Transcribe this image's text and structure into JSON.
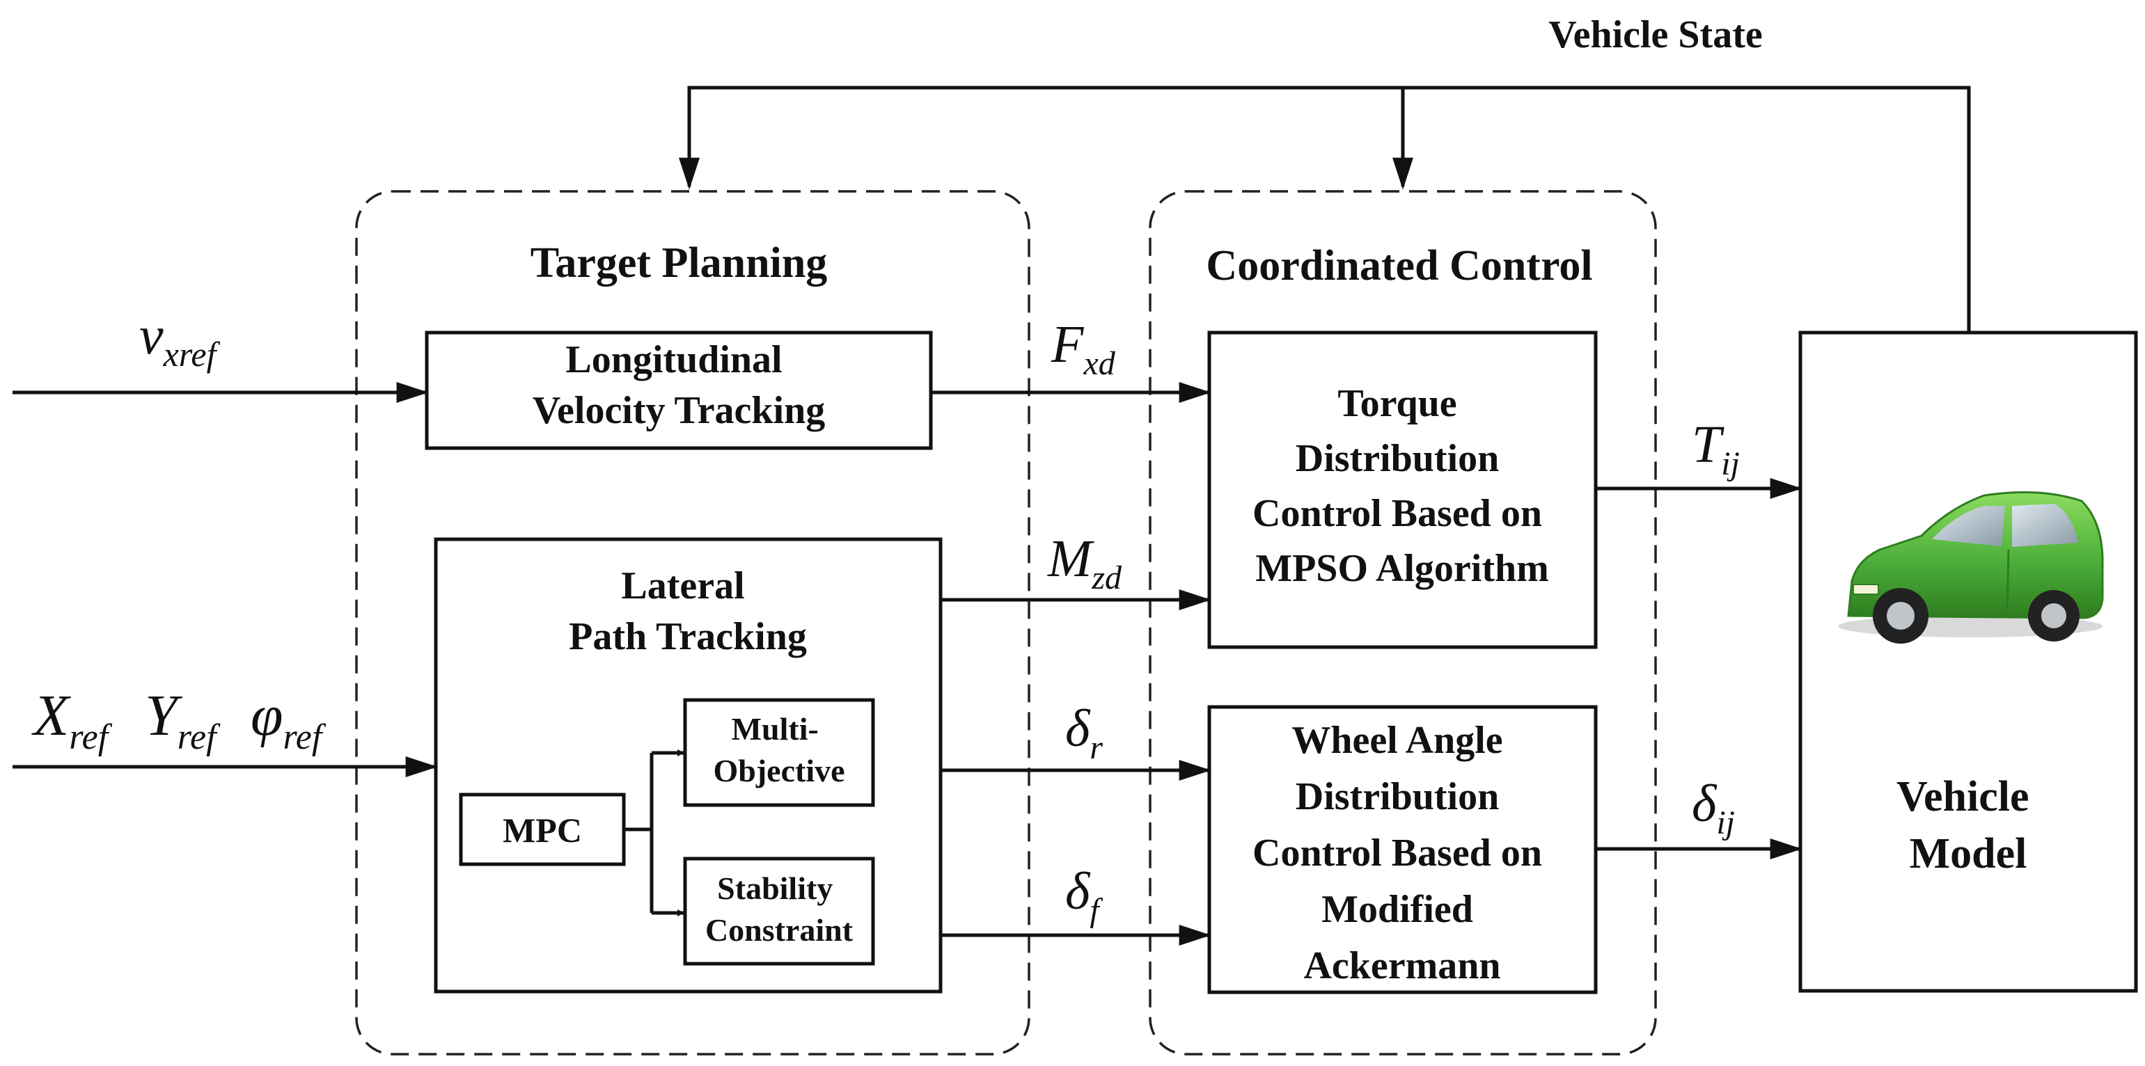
{
  "feedback": {
    "label": "Vehicle State"
  },
  "groups": {
    "target_planning": {
      "title": "Target Planning"
    },
    "coordinated_control": {
      "title": "Coordinated Control"
    }
  },
  "blocks": {
    "longitudinal": {
      "lines": [
        "Longitudinal",
        "Velocity Tracking"
      ]
    },
    "lateral": {
      "lines": [
        "Lateral",
        "Path Tracking"
      ]
    },
    "mpc": {
      "lines": [
        "MPC"
      ]
    },
    "multi_objective": {
      "lines": [
        "Multi-",
        "Objective"
      ]
    },
    "stability": {
      "lines": [
        "Stability",
        "Constraint"
      ]
    },
    "torque": {
      "lines": [
        "Torque",
        "Distribution",
        "Control Based on",
        "MPSO Algorithm"
      ]
    },
    "wheel_angle": {
      "lines": [
        "Wheel Angle",
        "Distribution",
        "Control Based on",
        "Modified",
        "Ackermann"
      ]
    },
    "vehicle_model": {
      "lines": [
        "Vehicle",
        "Model"
      ]
    }
  },
  "signals": {
    "v_xref": {
      "main": "v",
      "sub": "xref"
    },
    "x_ref": {
      "main": "X",
      "sub": "ref"
    },
    "y_ref": {
      "main": "Y",
      "sub": "ref"
    },
    "phi_ref": {
      "main": "φ",
      "sub": "ref"
    },
    "f_xd": {
      "main": "F",
      "sub": "xd"
    },
    "m_zd": {
      "main": "M",
      "sub": "zd"
    },
    "delta_r": {
      "main": "δ",
      "sub": "r"
    },
    "delta_f": {
      "main": "δ",
      "sub": "f"
    },
    "t_ij": {
      "main": "T",
      "sub": "ij"
    },
    "delta_ij": {
      "main": "δ",
      "sub": "ij"
    }
  },
  "colors": {
    "line": "#111111",
    "car_body": "#4caf3a",
    "car_dark": "#2e7d1f"
  }
}
